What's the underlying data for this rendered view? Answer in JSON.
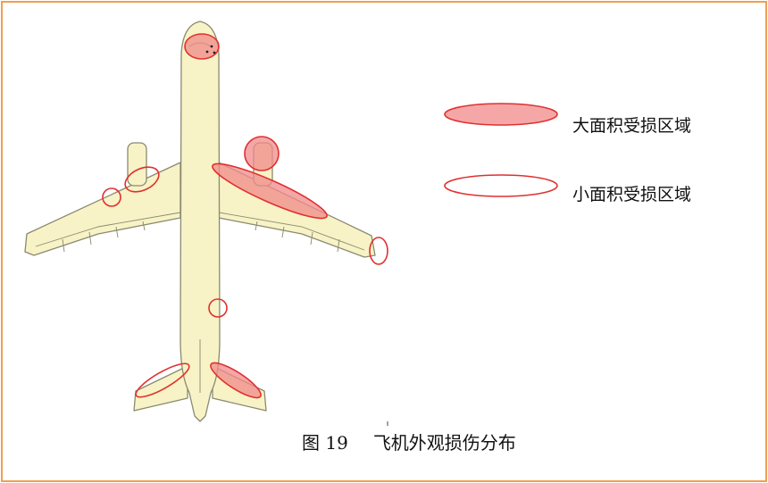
{
  "legend": {
    "large_area_label": "大面积受损区域",
    "small_area_label": "小面积受损区域"
  },
  "caption": {
    "figure_label": "图 19",
    "title": "飞机外观损伤分布"
  },
  "colors": {
    "border": "#f0a050",
    "aircraft_fill": "#f7f3c6",
    "aircraft_stroke": "#8a8a70",
    "damage_fill": "#f28a8a",
    "damage_stroke": "#e03030"
  }
}
